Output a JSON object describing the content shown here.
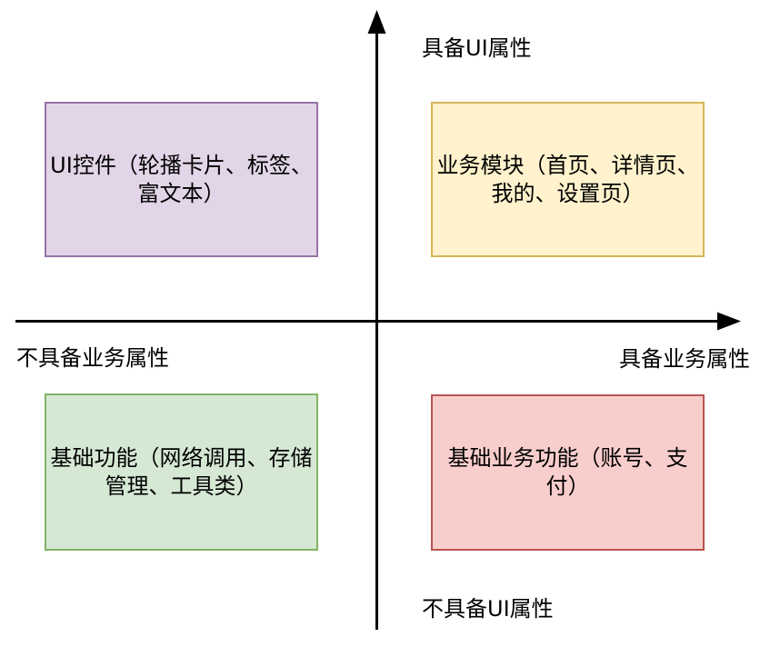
{
  "quadrant_chart": {
    "title": "",
    "axis_labels": {
      "top": "具备UI属性",
      "bottom": "不具备UI属性",
      "left": "不具备业务属性",
      "right": "具备业务属性"
    },
    "quadrants": [
      {
        "position": "top-left",
        "label": "UI控件（轮播卡片、标签、\n富文本）",
        "fill": "#E1D5E7",
        "border": "#9673A6"
      },
      {
        "position": "top-right",
        "label": "业务模块（首页、详情页、\n我的、设置页）",
        "fill": "#FFF2CC",
        "border": "#D6B656"
      },
      {
        "position": "bottom-left",
        "label": "基础功能（网络调用、存储\n管理、工具类）",
        "fill": "#D5E8D4",
        "border": "#82B366"
      },
      {
        "position": "bottom-right",
        "label": "基础业务功能（账号、支\n付）",
        "fill": "#F8CECC",
        "border": "#B85450"
      }
    ],
    "colors": {
      "axis": "#000000",
      "text": "#000000",
      "background": "#FFFFFF"
    }
  }
}
